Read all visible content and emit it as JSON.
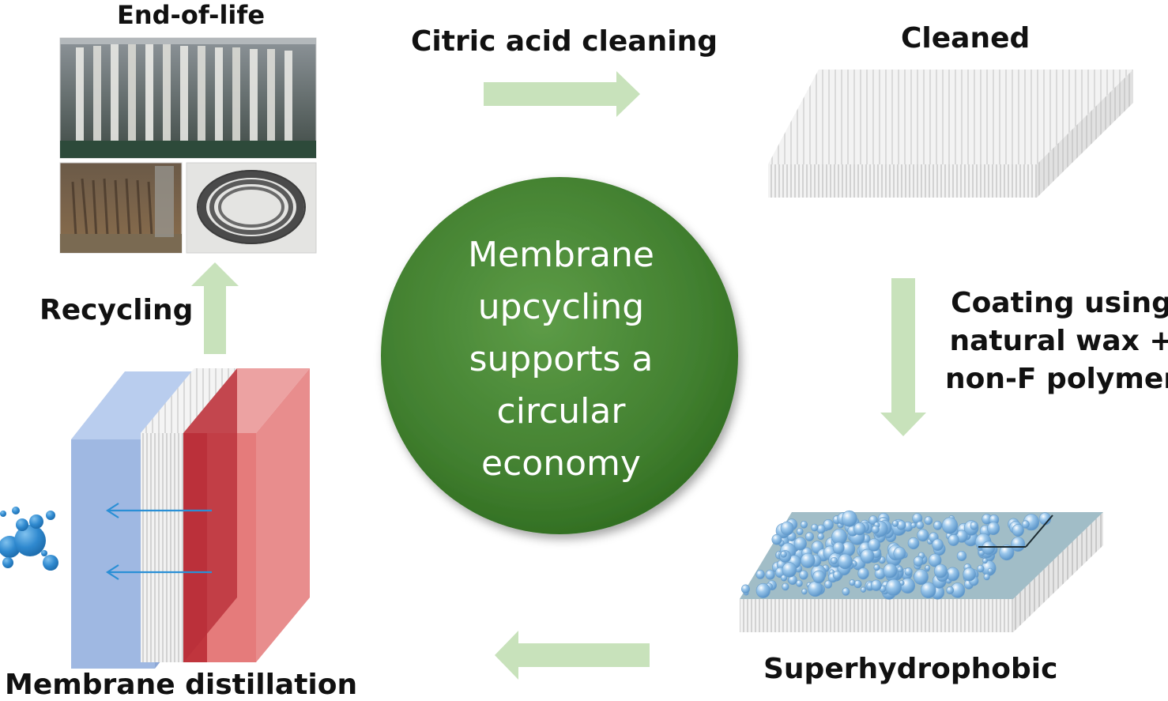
{
  "labels": {
    "end_of_life": "End-of-life",
    "citric_acid_cleaning": "Citric acid cleaning",
    "cleaned": "Cleaned",
    "coating_lines": [
      "Coating using",
      "natural wax +",
      "non-F polymer"
    ],
    "recycling": "Recycling",
    "membrane_distillation": "Membrane distillation",
    "superhydrophobic": "Superhydrophobic"
  },
  "center": {
    "lines": [
      "Membrane",
      "upcycling",
      "supports a",
      "circular",
      "economy"
    ]
  },
  "colors": {
    "arrow": "#c8e2bb",
    "circle_dark": "#2e6b1f",
    "circle_light": "#5a9a45",
    "cold_panel": "#9db6e0",
    "hot_panel": "#e57b7b",
    "hot_core": "#c0353d",
    "droplet": "#3a8fd1",
    "membrane_line": "#c8c8c8"
  },
  "icons": {
    "photo_main": "membrane-module-rack-photo",
    "photo_fouled": "fouled-fibers-photo",
    "photo_coil": "fiber-coil-photo",
    "droplets": "water-droplets-icon"
  }
}
